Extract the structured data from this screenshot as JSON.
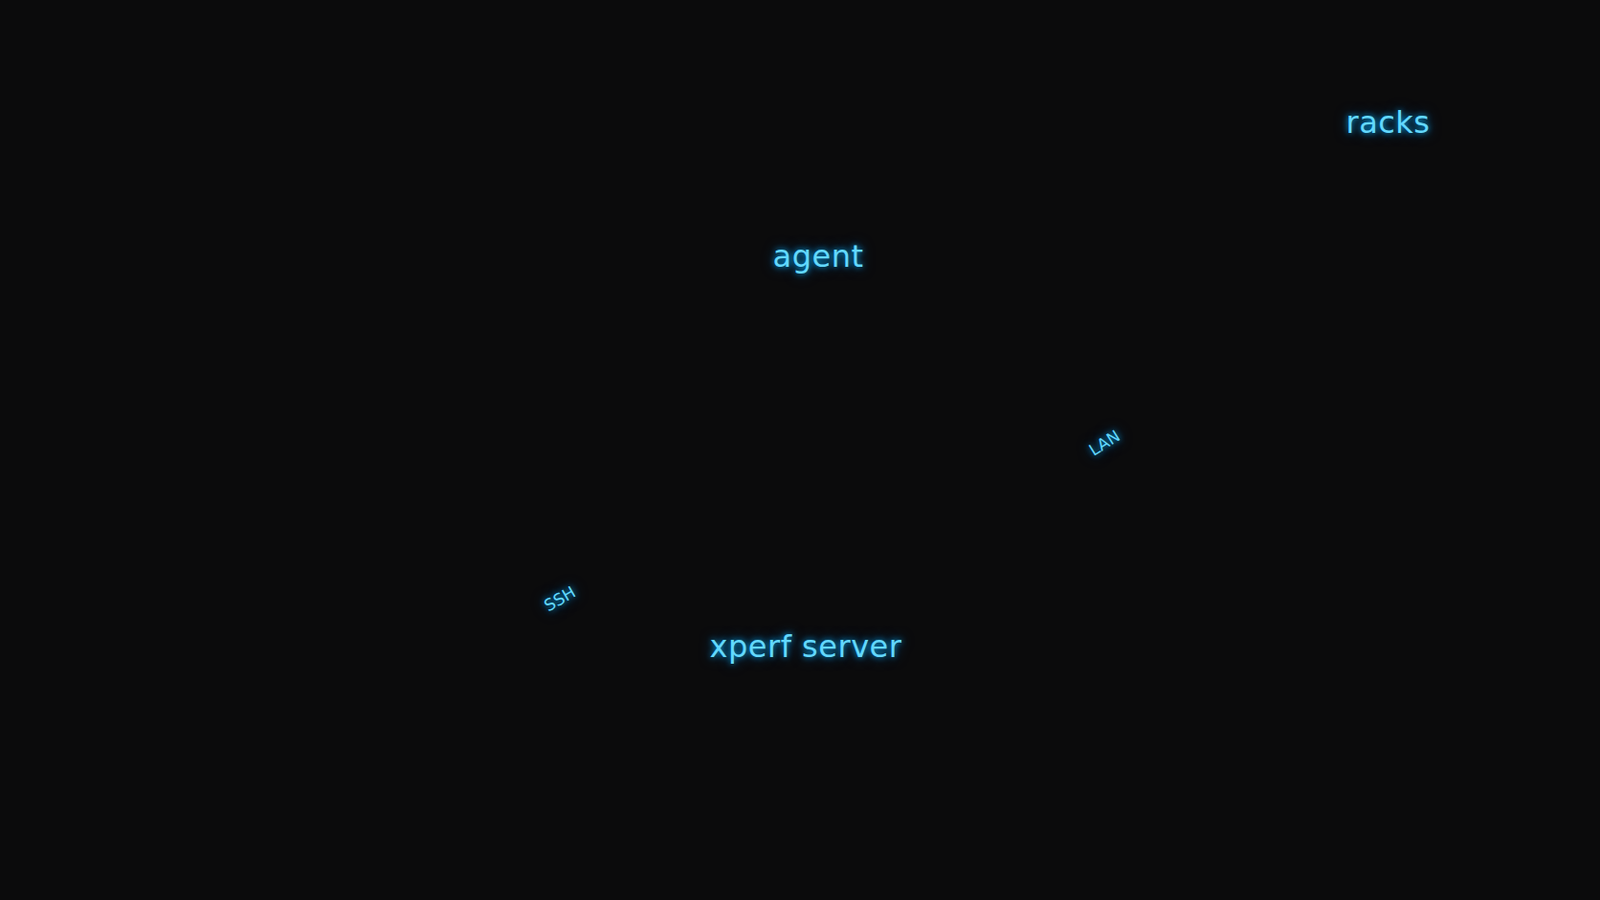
{
  "diagram": {
    "nodes": [
      {
        "text": [
          "agent"
        ]
      },
      {
        "text": [
          "xperf server"
        ]
      },
      {
        "text": [
          "racks"
        ]
      }
    ],
    "edges": [
      {
        "from": 1,
        "to": 2,
        "arrow": "none",
        "label": "LAN"
      }
    ],
    "labels": [
      "SSH"
    ]
  }
}
